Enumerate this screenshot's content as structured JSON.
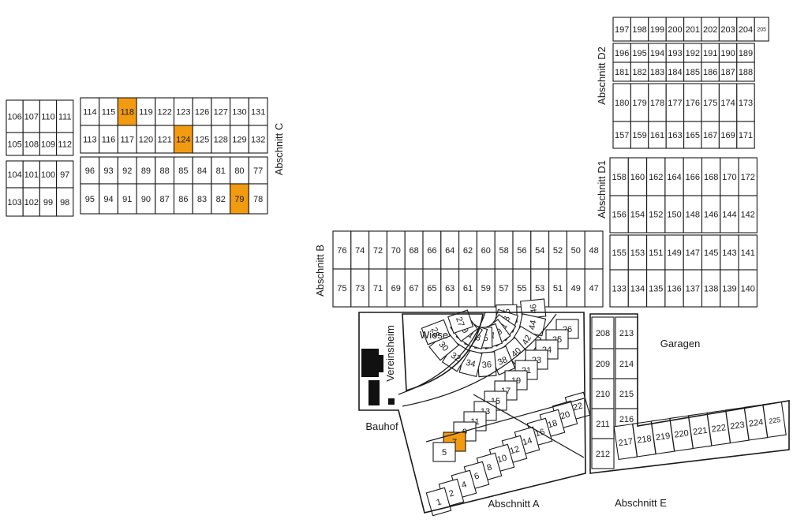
{
  "map": {
    "highlight_color": "#f29b11",
    "highlighted_plots": [
      "118",
      "124",
      "79",
      "7"
    ],
    "sections": {
      "a": "Abschnitt A",
      "b": "Abschnitt B",
      "c": "Abschnitt C",
      "d1": "Abschnitt D1",
      "d2": "Abschnitt D2",
      "e": "Abschnitt E"
    },
    "areas": {
      "wiese": "Wiese",
      "vereinsheim": "Vereinsheim",
      "bauhof": "Bauhof",
      "garagen": "Garagen"
    },
    "plots": {
      "c_left_row1": [
        "106",
        "107",
        "110",
        "111"
      ],
      "c_left_row2": [
        "105",
        "108",
        "109",
        "112"
      ],
      "c_left_row3": [
        "104",
        "101",
        "100",
        "97"
      ],
      "c_left_row4": [
        "103",
        "102",
        "99",
        "98"
      ],
      "c_right_row1": [
        "114",
        "115",
        "118",
        "119",
        "122",
        "123",
        "126",
        "127",
        "130",
        "131"
      ],
      "c_right_row2": [
        "113",
        "116",
        "117",
        "120",
        "121",
        "124",
        "125",
        "128",
        "129",
        "132"
      ],
      "c_right_row3": [
        "96",
        "93",
        "92",
        "89",
        "88",
        "85",
        "84",
        "81",
        "80",
        "77"
      ],
      "c_right_row4": [
        "95",
        "94",
        "91",
        "90",
        "87",
        "86",
        "83",
        "82",
        "79",
        "78"
      ],
      "b_row1": [
        "76",
        "74",
        "72",
        "70",
        "68",
        "66",
        "64",
        "62",
        "60",
        "58",
        "56",
        "54",
        "52",
        "50",
        "48"
      ],
      "b_row2": [
        "75",
        "73",
        "71",
        "69",
        "67",
        "65",
        "63",
        "61",
        "59",
        "57",
        "55",
        "53",
        "51",
        "49",
        "47"
      ],
      "d2_row1": [
        "197",
        "198",
        "199",
        "200",
        "201",
        "202",
        "203",
        "204",
        "205"
      ],
      "d2_row2": [
        "196",
        "195",
        "194",
        "193",
        "192",
        "191",
        "190",
        "189"
      ],
      "d2_row3": [
        "181",
        "182",
        "183",
        "184",
        "185",
        "186",
        "187",
        "188"
      ],
      "d2_row4": [
        "180",
        "179",
        "178",
        "177",
        "176",
        "175",
        "174",
        "173"
      ],
      "d2_row5": [
        "157",
        "159",
        "161",
        "163",
        "165",
        "167",
        "169",
        "171"
      ],
      "d1_row1": [
        "158",
        "160",
        "162",
        "164",
        "166",
        "168",
        "170",
        "172"
      ],
      "d1_row2": [
        "156",
        "154",
        "152",
        "150",
        "148",
        "146",
        "144",
        "142"
      ],
      "d1_row3": [
        "155",
        "153",
        "151",
        "149",
        "147",
        "145",
        "143",
        "141"
      ],
      "d1_row4": [
        "133",
        "134",
        "135",
        "136",
        "137",
        "138",
        "139",
        "140"
      ],
      "e_col1": [
        "208",
        "209",
        "210",
        "211",
        "212"
      ],
      "e_col2": [
        "213",
        "214",
        "215",
        "216"
      ],
      "e_row": [
        "217",
        "218",
        "219",
        "220",
        "221",
        "222",
        "223",
        "224",
        "225"
      ],
      "a_ring1": [
        "45",
        "43",
        "41",
        "39",
        "37",
        "35",
        "33",
        "31",
        "29",
        "27"
      ],
      "a_ring2": [
        "46",
        "44",
        "42",
        "40",
        "38",
        "36",
        "34",
        "32",
        "30",
        "28"
      ],
      "a_east": [
        "26",
        "25",
        "24",
        "23",
        "21",
        "19",
        "17",
        "15",
        "13",
        "11",
        "9",
        "7",
        "5"
      ],
      "a_east2": [
        "22",
        "20",
        "18",
        "16",
        "14",
        "12",
        "10",
        "8",
        "6",
        "4",
        "2",
        "1"
      ]
    }
  }
}
